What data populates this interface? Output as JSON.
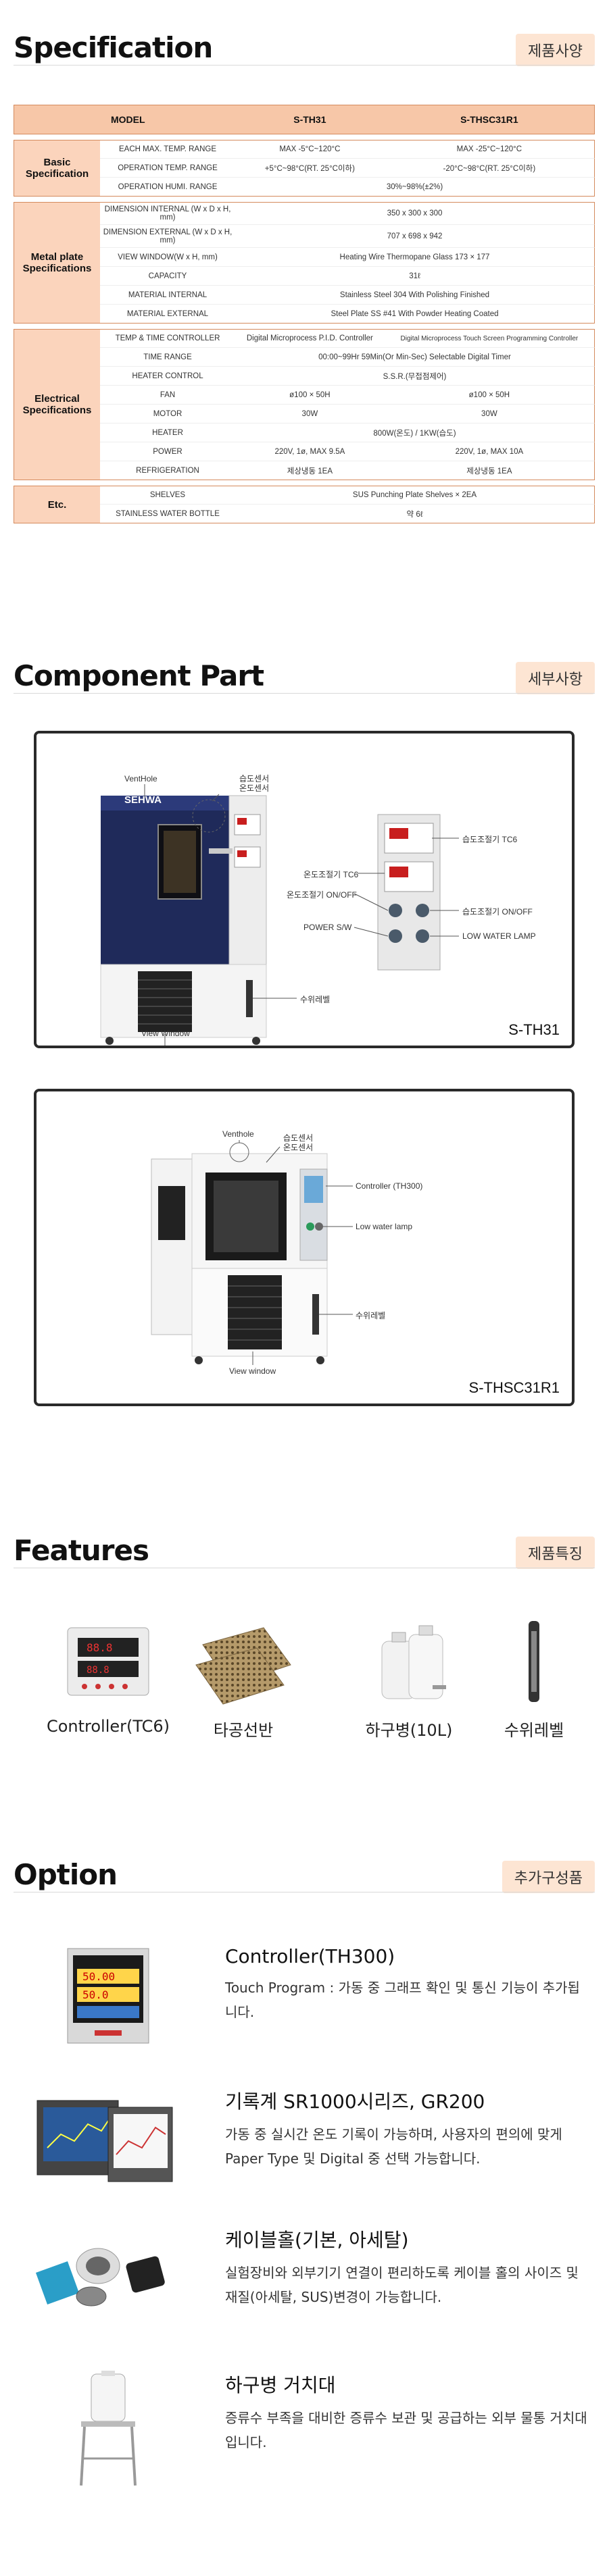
{
  "specification": {
    "title": "Specification",
    "tag": "제품사양",
    "header": {
      "model": "MODEL",
      "col1": "S-TH31",
      "col2": "S-THSC31R1"
    },
    "basic": {
      "category": "Basic Specification",
      "rows": [
        {
          "label": "EACH MAX. TEMP. RANGE",
          "v1": "MAX -5°C~120°C",
          "v2": "MAX -25°C~120°C"
        },
        {
          "label": "OPERATION TEMP. RANGE",
          "v1": "+5°C~98°C(RT. 25°C이하)",
          "v2": "-20°C~98°C(RT. 25°C이하)"
        },
        {
          "label": "OPERATION HUMI. RANGE",
          "v": "30%~98%(±2%)"
        }
      ]
    },
    "metal": {
      "category": "Metal plate Specifications",
      "rows": [
        {
          "label": "DIMENSION INTERNAL (W x D x H, mm)",
          "v": "350 x 300 x 300"
        },
        {
          "label": "DIMENSION EXTERNAL (W x D x H, mm)",
          "v": "707 x 698 x 942"
        },
        {
          "label": "VIEW WINDOW(W x H, mm)",
          "v": "Heating Wire Thermopane Glass 173 × 177"
        },
        {
          "label": "CAPACITY",
          "v": "31ℓ"
        },
        {
          "label": "MATERIAL INTERNAL",
          "v": "Stainless Steel 304 With Polishing Finished"
        },
        {
          "label": "MATERIAL EXTERNAL",
          "v": "Steel Plate SS #41 With Powder Heating Coated"
        }
      ]
    },
    "electrical": {
      "category": "Electrical Specifications",
      "rows": [
        {
          "label": "TEMP & TIME CONTROLLER",
          "v1": "Digital Microprocess P.I.D. Controller",
          "v2": "Digital Microprocess Touch Screen Programming Controller"
        },
        {
          "label": "TIME RANGE",
          "v": "00:00~99Hr 59Min(Or Min-Sec) Selectable Digital Timer"
        },
        {
          "label": "HEATER CONTROL",
          "v": "S.S.R.(무접점제어)"
        },
        {
          "label": "FAN",
          "v1": "ø100 × 50H",
          "v2": "ø100 × 50H"
        },
        {
          "label": "MOTOR",
          "v1": "30W",
          "v2": "30W"
        },
        {
          "label": "HEATER",
          "v": "800W(온도) / 1KW(습도)"
        },
        {
          "label": "POWER",
          "v1": "220V, 1ø, MAX 9.5A",
          "v2": "220V, 1ø, MAX 10A"
        },
        {
          "label": "REFRIGERATION",
          "v1": "제상냉동 1EA",
          "v2": "제상냉동 1EA"
        }
      ]
    },
    "etc": {
      "category": "Etc.",
      "rows": [
        {
          "label": "SHELVES",
          "v": "SUS Punching Plate Shelves × 2EA"
        },
        {
          "label": "STAINLESS WATER BOTTLE",
          "v": "약 6ℓ"
        }
      ]
    }
  },
  "component": {
    "title": "Component Part",
    "tag": "세부사항",
    "box1": {
      "model": "S-TH31",
      "brand": "SEHWA",
      "labels": {
        "venthole": "VentHole",
        "sensor1": "습도센서",
        "sensor2": "온도센서",
        "humi_ctrl": "습도조절기 TC6",
        "temp_ctrl": "온도조절기 TC6",
        "temp_onoff": "온도조절기 ON/OFF",
        "humi_onoff": "습도조절기 ON/OFF",
        "power": "POWER S/W",
        "low_water": "LOW WATER LAMP",
        "level": "수위레벨",
        "view": "View Window"
      }
    },
    "box2": {
      "model": "S-THSC31R1",
      "labels": {
        "venthole": "Venthole",
        "sensor1": "습도센서",
        "sensor2": "온도센서",
        "controller": "Controller (TH300)",
        "low_water": "Low water lamp",
        "level": "수위레벨",
        "view": "View window"
      }
    }
  },
  "features": {
    "title": "Features",
    "tag": "제품특징",
    "items": [
      {
        "caption": "Controller(TC6)"
      },
      {
        "caption": "타공선반"
      },
      {
        "caption": "하구병(10L)"
      },
      {
        "caption": "수위레벨"
      }
    ]
  },
  "option": {
    "title": "Option",
    "tag": "추가구성품",
    "items": [
      {
        "name": "Controller(TH300)",
        "desc": "Touch Program : 가동 중 그래프 확인 및 통신 기능이 추가됩니다.",
        "readout1": "50.00",
        "readout2": "50.0"
      },
      {
        "name": "기록계 SR1000시리즈, GR200",
        "desc": "가동 중 실시간 온도 기록이 가능하며, 사용자의 편의에 맞게 Paper Type 및 Digital 중 선택 가능합니다."
      },
      {
        "name": "케이블홀(기본, 아세탈)",
        "desc": "실험장비와 외부기기 연결이 편리하도록 케이블 홀의 사이즈 및 재질(아세탈, SUS)변경이 가능합니다."
      },
      {
        "name": "하구병 거치대",
        "desc": "증류수 부족을 대비한 증류수 보관 및 공급하는 외부 물통 거치대입니다."
      }
    ]
  }
}
